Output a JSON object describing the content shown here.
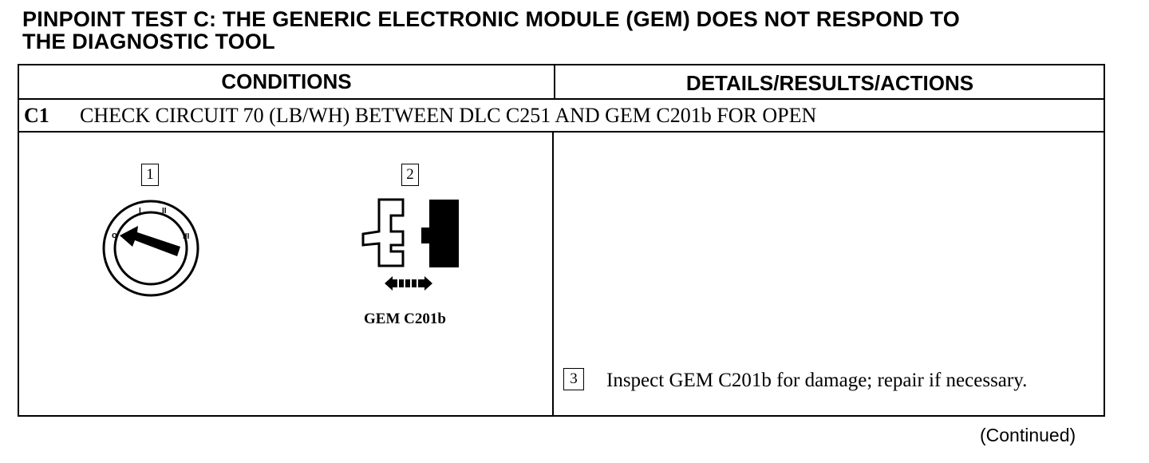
{
  "title": {
    "line1": "PINPOINT TEST C: THE GENERIC ELECTRONIC MODULE (GEM) DOES NOT RESPOND TO",
    "line2": "THE DIAGNOSTIC TOOL"
  },
  "table": {
    "col_conditions": "CONDITIONS",
    "col_actions": "DETAILS/RESULTS/ACTIONS",
    "step": {
      "id": "C1",
      "text": "CHECK CIRCUIT 70 (LB/WH) BETWEEN DLC C251 AND GEM C201b FOR OPEN"
    }
  },
  "figures": {
    "callout_1": "1",
    "callout_2": "2",
    "connector_caption": "GEM C201b",
    "ignition_switch_icon": "ignition-switch-off-icon",
    "connector_icon": "connector-disconnect-icon"
  },
  "actions": {
    "callout_3": "3",
    "text": "Inspect GEM C201b for damage; repair if necessary."
  },
  "footer": {
    "continued": "(Continued)"
  }
}
